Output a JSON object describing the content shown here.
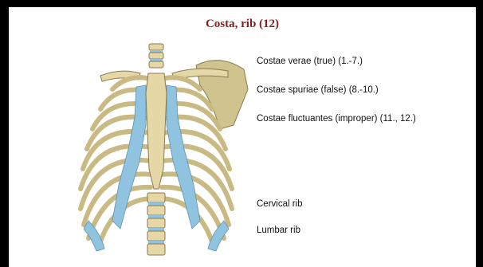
{
  "slide": {
    "title": "Costa, rib (12)",
    "labels": {
      "costae_verae": "Costae verae (true) (1.-7.)",
      "costae_spuriae": "Costae spuriae (false) (8.-10.)",
      "costae_fluctuantes": "Costae fluctuantes (improper) (11., 12.)",
      "cervical_rib": "Cervical rib",
      "lumbar_rib": "Lumbar rib"
    }
  },
  "colors": {
    "title": "#8b1a1a",
    "bone": "#e6d7a6",
    "cartilage": "#8fc3e0",
    "outline": "#8a7a50"
  }
}
